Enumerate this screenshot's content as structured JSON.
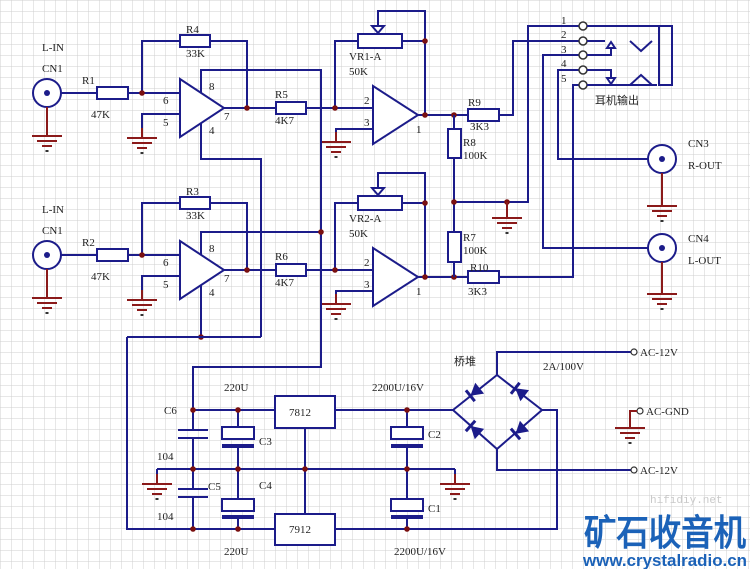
{
  "colors": {
    "wire": "#1c1c8a",
    "ground": "#8b1a1a",
    "junction": "#7a1010",
    "grid": "#cfcfcf",
    "watermark": "#1b62b8"
  },
  "channels": [
    {
      "input_label": "L-IN",
      "input_ref": "CN1",
      "r_in": {
        "ref": "R1",
        "value": "47K"
      },
      "r_fb": {
        "ref": "R4",
        "value": "33K"
      },
      "r_mid": {
        "ref": "R5",
        "value": "4K7"
      },
      "pot": {
        "ref": "VR1-A",
        "value": "50K"
      }
    },
    {
      "input_label": "L-IN",
      "input_ref": "CN1",
      "r_in": {
        "ref": "R2",
        "value": "47K"
      },
      "r_fb": {
        "ref": "R3",
        "value": "33K"
      },
      "r_mid": {
        "ref": "R6",
        "value": "4K7"
      },
      "pot": {
        "ref": "VR2-A",
        "value": "50K"
      }
    }
  ],
  "opamp_pins": {
    "a_in_neg": "6",
    "a_in_pos": "5",
    "a_vplus": "8",
    "a_vminus": "4",
    "a_out": "7",
    "b_in_neg": "2",
    "b_in_pos": "3",
    "b_out": "1"
  },
  "output_stage": {
    "r9": {
      "ref": "R9",
      "value": "3K3"
    },
    "r8": {
      "ref": "R8",
      "value": "100K"
    },
    "r7": {
      "ref": "R7",
      "value": "100K"
    },
    "r10": {
      "ref": "R10",
      "value": "3K3"
    },
    "jack_pins": [
      "1",
      "2",
      "3",
      "4",
      "5"
    ],
    "jack_label": "耳机输出",
    "cn3": {
      "ref": "CN3",
      "label": "R-OUT"
    },
    "cn4": {
      "ref": "CN4",
      "label": "L-OUT"
    }
  },
  "power": {
    "c6": {
      "ref": "C6",
      "value": "104"
    },
    "c5": {
      "ref": "C5",
      "value": "104"
    },
    "c3": {
      "ref": "C3",
      "value": "220U"
    },
    "c4": {
      "ref": "C4",
      "value": "220U"
    },
    "c2": {
      "ref": "C2",
      "value": "2200U/16V"
    },
    "c1": {
      "ref": "C1",
      "value": "2200U/16V"
    },
    "reg_pos": "7812",
    "reg_neg": "7912",
    "bridge_label": "桥堆",
    "bridge_rating": "2A/100V",
    "ac_top": "AC-12V",
    "ac_gnd": "AC-GND",
    "ac_bottom": "AC-12V"
  },
  "watermark": {
    "title": "矿石收音机",
    "url": "www.crystalradio.cn",
    "faint": "hifidiy.net"
  }
}
